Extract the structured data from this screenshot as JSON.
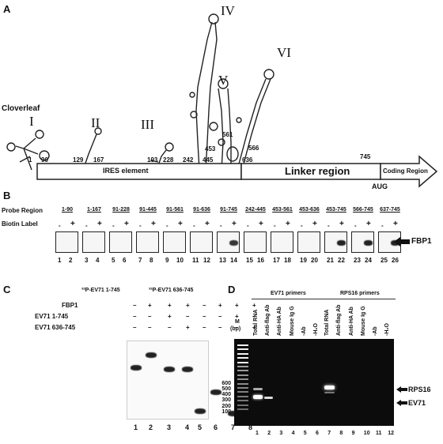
{
  "panelA": {
    "letter": "A",
    "domains": [
      "Cloverleaf",
      "I",
      "II",
      "III",
      "IV",
      "V",
      "VI"
    ],
    "positions": [
      "1",
      "90",
      "129",
      "167",
      "193",
      "228",
      "242",
      "445",
      "453",
      "561",
      "566",
      "636",
      "745"
    ],
    "boxes": {
      "ires": "IRES element",
      "linker": "Linker region",
      "coding": "Coding Region"
    },
    "aug": "AUG"
  },
  "panelB": {
    "letter": "B",
    "probe_label": "Probe Region",
    "biotin_label": "Biotin Label",
    "probes": [
      "1-90",
      "1-167",
      "91-228",
      "91-445",
      "91-561",
      "91-636",
      "91-745",
      "242-445",
      "453-561",
      "453-636",
      "453-745",
      "566-745",
      "637-745"
    ],
    "signs": [
      "-",
      "+"
    ],
    "lanes": [
      "1",
      "2",
      "3",
      "4",
      "5",
      "6",
      "7",
      "8",
      "9",
      "10",
      "11",
      "12",
      "13",
      "14",
      "15",
      "16",
      "17",
      "18",
      "19",
      "20",
      "21",
      "22",
      "23",
      "24",
      "25",
      "26"
    ],
    "protein": "FBP1"
  },
  "panelC": {
    "letter": "C",
    "probe1": "³²P-EV71 1-745",
    "probe2": "³²P-EV71 636-745",
    "rows": [
      {
        "label": "FBP1",
        "signs": [
          "–",
          "+",
          "+",
          "+",
          "–",
          "+",
          "+",
          "+"
        ]
      },
      {
        "label": "EV71 1-745",
        "signs": [
          "–",
          "–",
          "+",
          "–",
          "–",
          "–",
          "+",
          "–"
        ]
      },
      {
        "label": "EV71 636-745",
        "signs": [
          "–",
          "–",
          "–",
          "+",
          "–",
          "–",
          "–",
          "+"
        ]
      }
    ],
    "lanes": [
      "1",
      "2",
      "3",
      "4",
      "5",
      "6",
      "7",
      "8"
    ]
  },
  "panelD": {
    "letter": "D",
    "group1": "EV71 primers",
    "group2": "RPS16 primers",
    "marker": "M",
    "marker_unit": "(bp)",
    "col_labels": [
      "Total RNA",
      "Anti-flag Ab",
      "Anti-HA Ab",
      "Mouse Ig G",
      "-Ab",
      "-H₂O",
      "Total RNA",
      "Anti-flag Ab",
      "Anti-HA Ab",
      "Mouse Ig G",
      "-Ab",
      "-H₂O"
    ],
    "ladder": [
      "600",
      "500",
      "400",
      "300",
      "200",
      "100"
    ],
    "bands": [
      "RPS16",
      "EV71"
    ],
    "lanes": [
      "1",
      "2",
      "3",
      "4",
      "5",
      "6",
      "7",
      "8",
      "9",
      "10",
      "11",
      "12"
    ]
  }
}
